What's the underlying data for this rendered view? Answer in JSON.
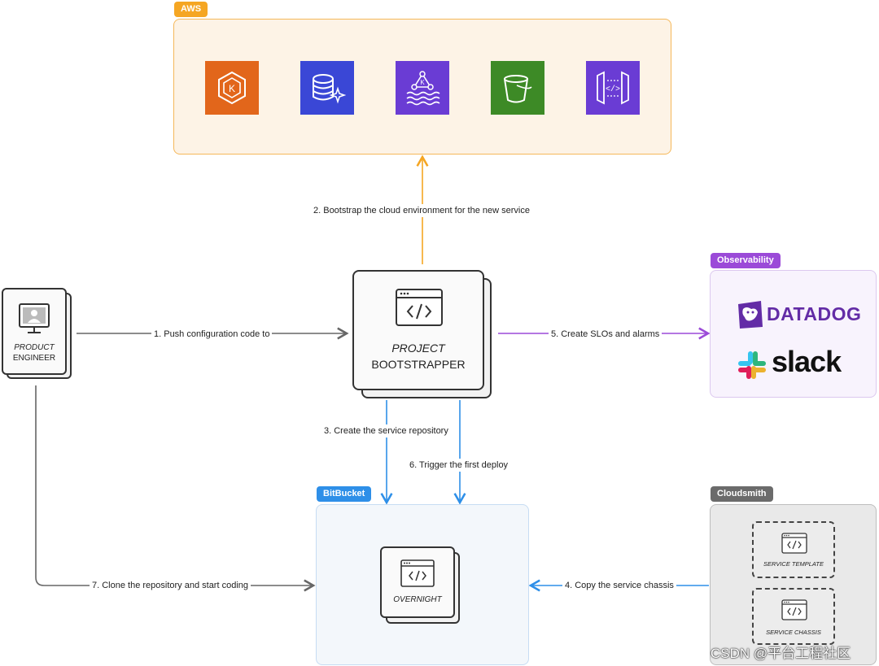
{
  "groups": {
    "aws": {
      "label": "AWS",
      "color": "#f5a623"
    },
    "observability": {
      "label": "Observability",
      "color": "#9b4ad8"
    },
    "bitbucket": {
      "label": "BitBucket",
      "color": "#2e8fe8"
    },
    "cloudsmith": {
      "label": "Cloudsmith",
      "color": "#6b6b6b"
    }
  },
  "aws_icons": [
    {
      "name": "eks-icon",
      "color": "#e2661b",
      "glyph": "K"
    },
    {
      "name": "database-icon",
      "color": "#3a47d6",
      "glyph": ""
    },
    {
      "name": "msk-kafka-icon",
      "color": "#6a3cd4",
      "glyph": "K"
    },
    {
      "name": "s3-bucket-icon",
      "color": "#3d8a26",
      "glyph": ""
    },
    {
      "name": "api-gateway-icon",
      "color": "#6a3cd4",
      "glyph": "</>"
    }
  ],
  "nodes": {
    "engineer": {
      "line1": "PRODUCT",
      "line2": "ENGINEER"
    },
    "bootstrapper": {
      "line1": "PROJECT",
      "line2": "BOOTSTRAPPER"
    },
    "overnight": {
      "label": "OVERNIGHT"
    },
    "service_template": {
      "label": "SERVICE TEMPLATE"
    },
    "service_chassis": {
      "label": "SERVICE CHASSIS"
    }
  },
  "brands": {
    "datadog": "DATADOG",
    "slack": "slack"
  },
  "edges": {
    "e1": "1. Push configuration code to",
    "e2": "2. Bootstrap the cloud environment for the new service",
    "e3": "3. Create the service repository",
    "e4": "4. Copy the service chassis",
    "e5": "5. Create SLOs and alarms",
    "e6": "6. Trigger the first deploy",
    "e7": "7. Clone the repository and start coding"
  },
  "colors": {
    "orange": "#f5a623",
    "purple": "#9b4ad8",
    "blue": "#2e8fe8",
    "gray": "#666666"
  },
  "watermark": "CSDN @平台工程社区"
}
